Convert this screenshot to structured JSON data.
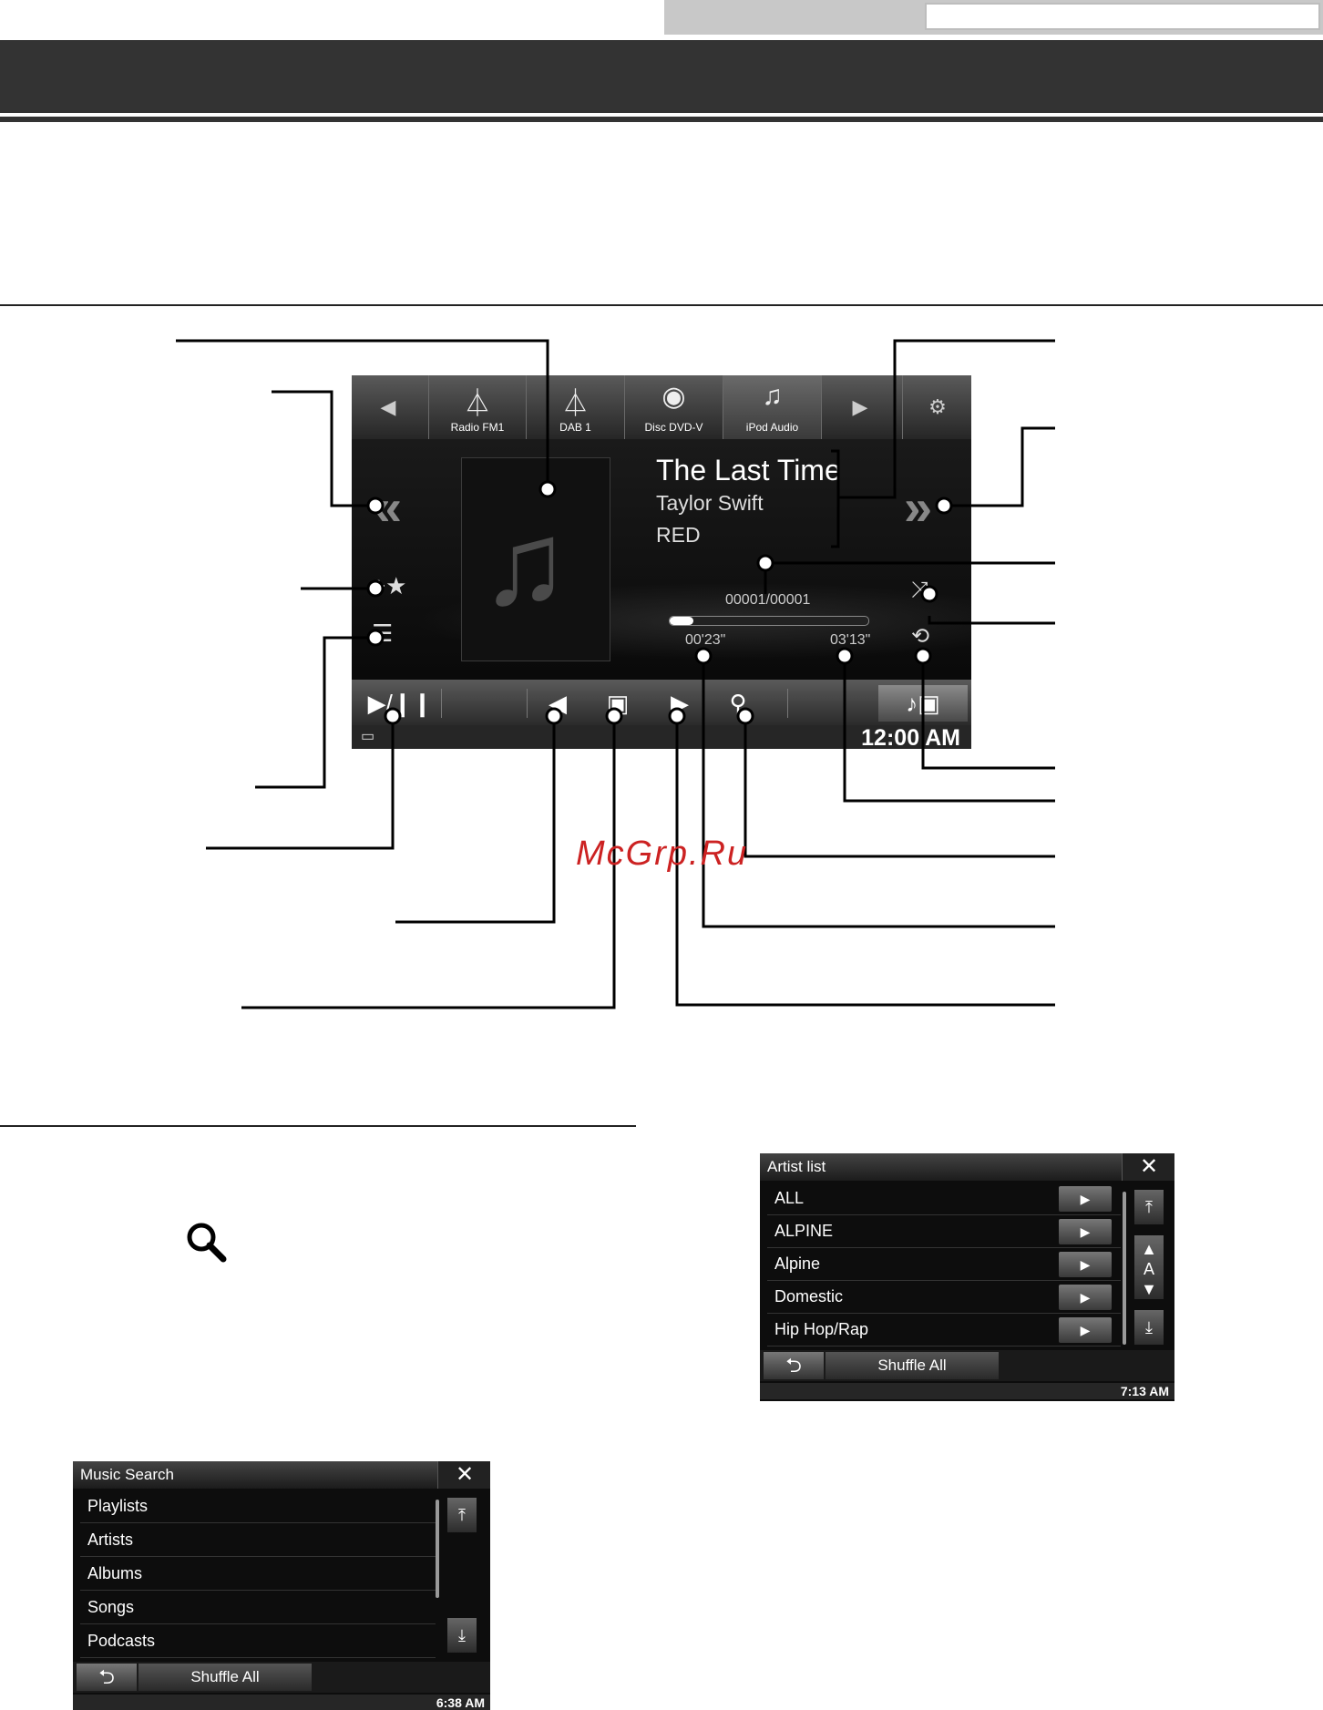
{
  "main_screen": {
    "sources": [
      {
        "label": "Radio FM1",
        "icon": "radio-antenna-icon"
      },
      {
        "label": "DAB 1",
        "icon": "dab-antenna-icon"
      },
      {
        "label": "Disc DVD-V",
        "icon": "disc-icon"
      },
      {
        "label": "iPod Audio",
        "icon": "music-note-icon"
      }
    ],
    "track": {
      "title": "The Last Time",
      "artist": "Taylor Swift",
      "album": "RED",
      "counter": "00001/00001",
      "elapsed": "00'23\"",
      "total": "03'13\"",
      "progress": 0.12
    },
    "controls": {
      "play_pause": "▶/❙❙",
      "prev": "◀",
      "next": "▶"
    },
    "clock": "12:00 AM"
  },
  "watermark": "McGrp.Ru",
  "artist_list": {
    "title": "Artist list",
    "close": "✕",
    "items": [
      "ALL",
      "ALPINE",
      "Alpine",
      "Domestic",
      "Hip Hop/Rap"
    ],
    "row_button": "▶",
    "alpha_label": "A",
    "shuffle": "Shuffle All",
    "back": "⮌",
    "time": "7:13 AM"
  },
  "music_search": {
    "title": "Music Search",
    "close": "✕",
    "items": [
      "Playlists",
      "Artists",
      "Albums",
      "Songs",
      "Podcasts"
    ],
    "shuffle": "Shuffle All",
    "back": "⮌",
    "time": "6:38 AM"
  }
}
